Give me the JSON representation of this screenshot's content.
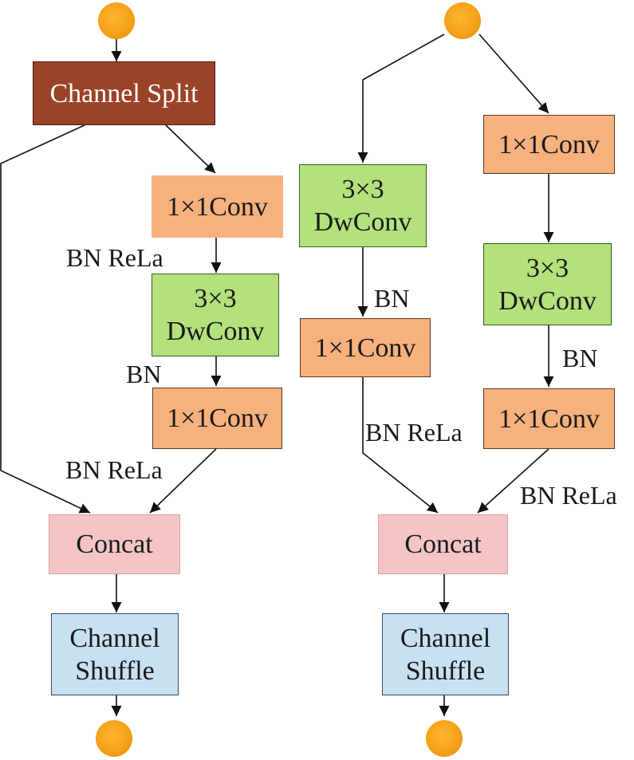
{
  "left_block": {
    "split": "Channel Split",
    "conv_a": "1×1Conv",
    "dw": [
      "3×3",
      "DwConv"
    ],
    "conv_b": "1×1Conv",
    "concat": "Concat",
    "shuffle": [
      "Channel",
      "Shuffle"
    ],
    "label_bn_relu_1": "BN ReLa",
    "label_bn": "BN",
    "label_bn_relu_2": "BN ReLa"
  },
  "right_block": {
    "left_branch": {
      "dw": [
        "3×3",
        "DwConv"
      ],
      "label_bn": "BN",
      "conv": "1×1Conv",
      "label_bn_relu": "BN ReLa"
    },
    "right_branch": {
      "conv_a": "1×1Conv",
      "dw": [
        "3×3",
        "DwConv"
      ],
      "label_bn": "BN",
      "conv_b": "1×1Conv",
      "label_bn_relu": "BN ReLa"
    },
    "concat": "Concat",
    "shuffle": [
      "Channel",
      "Shuffle"
    ]
  },
  "colors": {
    "split": "#9b4328",
    "conv": "#f6b17e",
    "dwconv": "#b3e17c",
    "concat": "#f4c4c7",
    "shuffle": "#c7e0f2",
    "node": "#f6a11a"
  }
}
